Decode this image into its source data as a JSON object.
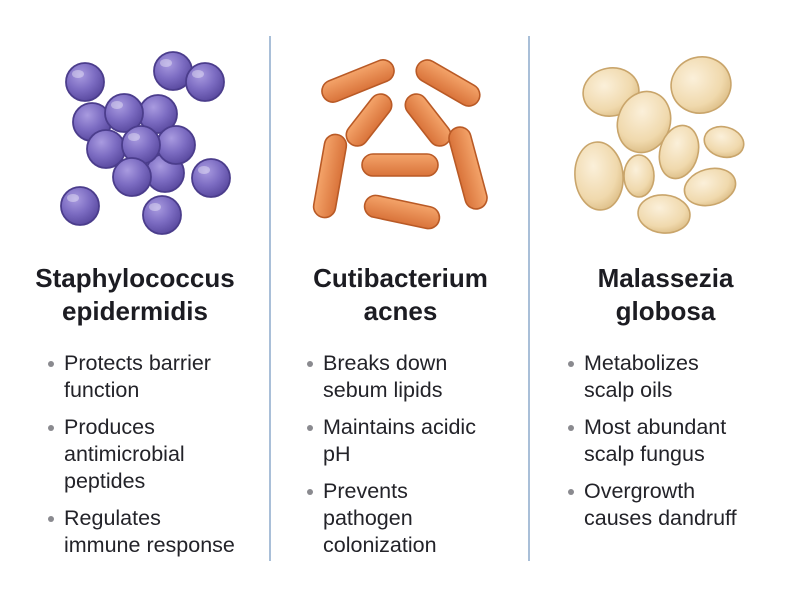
{
  "organisms": [
    {
      "name_line1": "Staphylococcus",
      "name_line2": "epidermidis",
      "bullets": [
        "Protects barrier\nfunction",
        "Produces\nantimicrobial\npeptides",
        "Regulates\nimmune response"
      ],
      "icon": "cocci-cluster-icon",
      "color": "#7b6cc0"
    },
    {
      "name_line1": "Cutibacterium",
      "name_line2": "acnes",
      "bullets": [
        "Breaks down\nsebum lipids",
        "Maintains acidic\npH",
        "Prevents\npathogen\ncolonization"
      ],
      "icon": "rod-bacteria-icon",
      "color": "#e58a4b"
    },
    {
      "name_line1": "Malassezia",
      "name_line2": "globosa",
      "bullets": [
        "Metabolizes\nscalp oils",
        "Most abundant\nscalp fungus",
        "Overgrowth\ncauses dandruff"
      ],
      "icon": "yeast-cells-icon",
      "color": "#f1dcb2"
    }
  ],
  "colors": {
    "divider": "#a9bfd8",
    "bullet": "#8a8a8f",
    "text": "#1c1c22"
  }
}
